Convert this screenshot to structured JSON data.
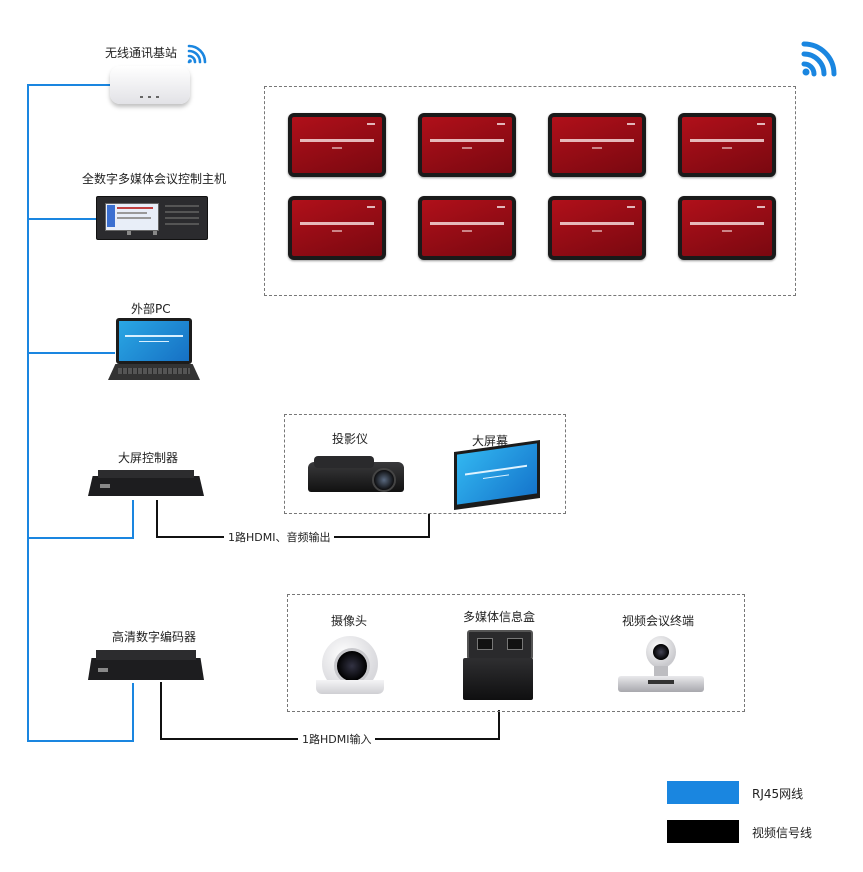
{
  "devices": {
    "wireless_base": "无线通讯基站",
    "control_host": "全数字多媒体会议控制主机",
    "external_pc": "外部PC",
    "screen_controller": "大屏控制器",
    "hd_encoder": "高清数字编码器",
    "projector": "投影仪",
    "big_screen": "大屏幕",
    "camera": "摄像头",
    "info_box": "多媒体信息盒",
    "video_terminal": "视频会议终端"
  },
  "cables": {
    "hdmi_audio_out": "1路HDMI、音频输出",
    "hdmi_in": "1路HDMI输入"
  },
  "legend": {
    "rj45": "RJ45网线",
    "video_line": "视频信号线"
  },
  "colors": {
    "rj45": "#1a86e0",
    "video_line": "#000000",
    "tablet_screen": "#a50f18"
  },
  "icons": {
    "wifi": "wifi-icon"
  }
}
